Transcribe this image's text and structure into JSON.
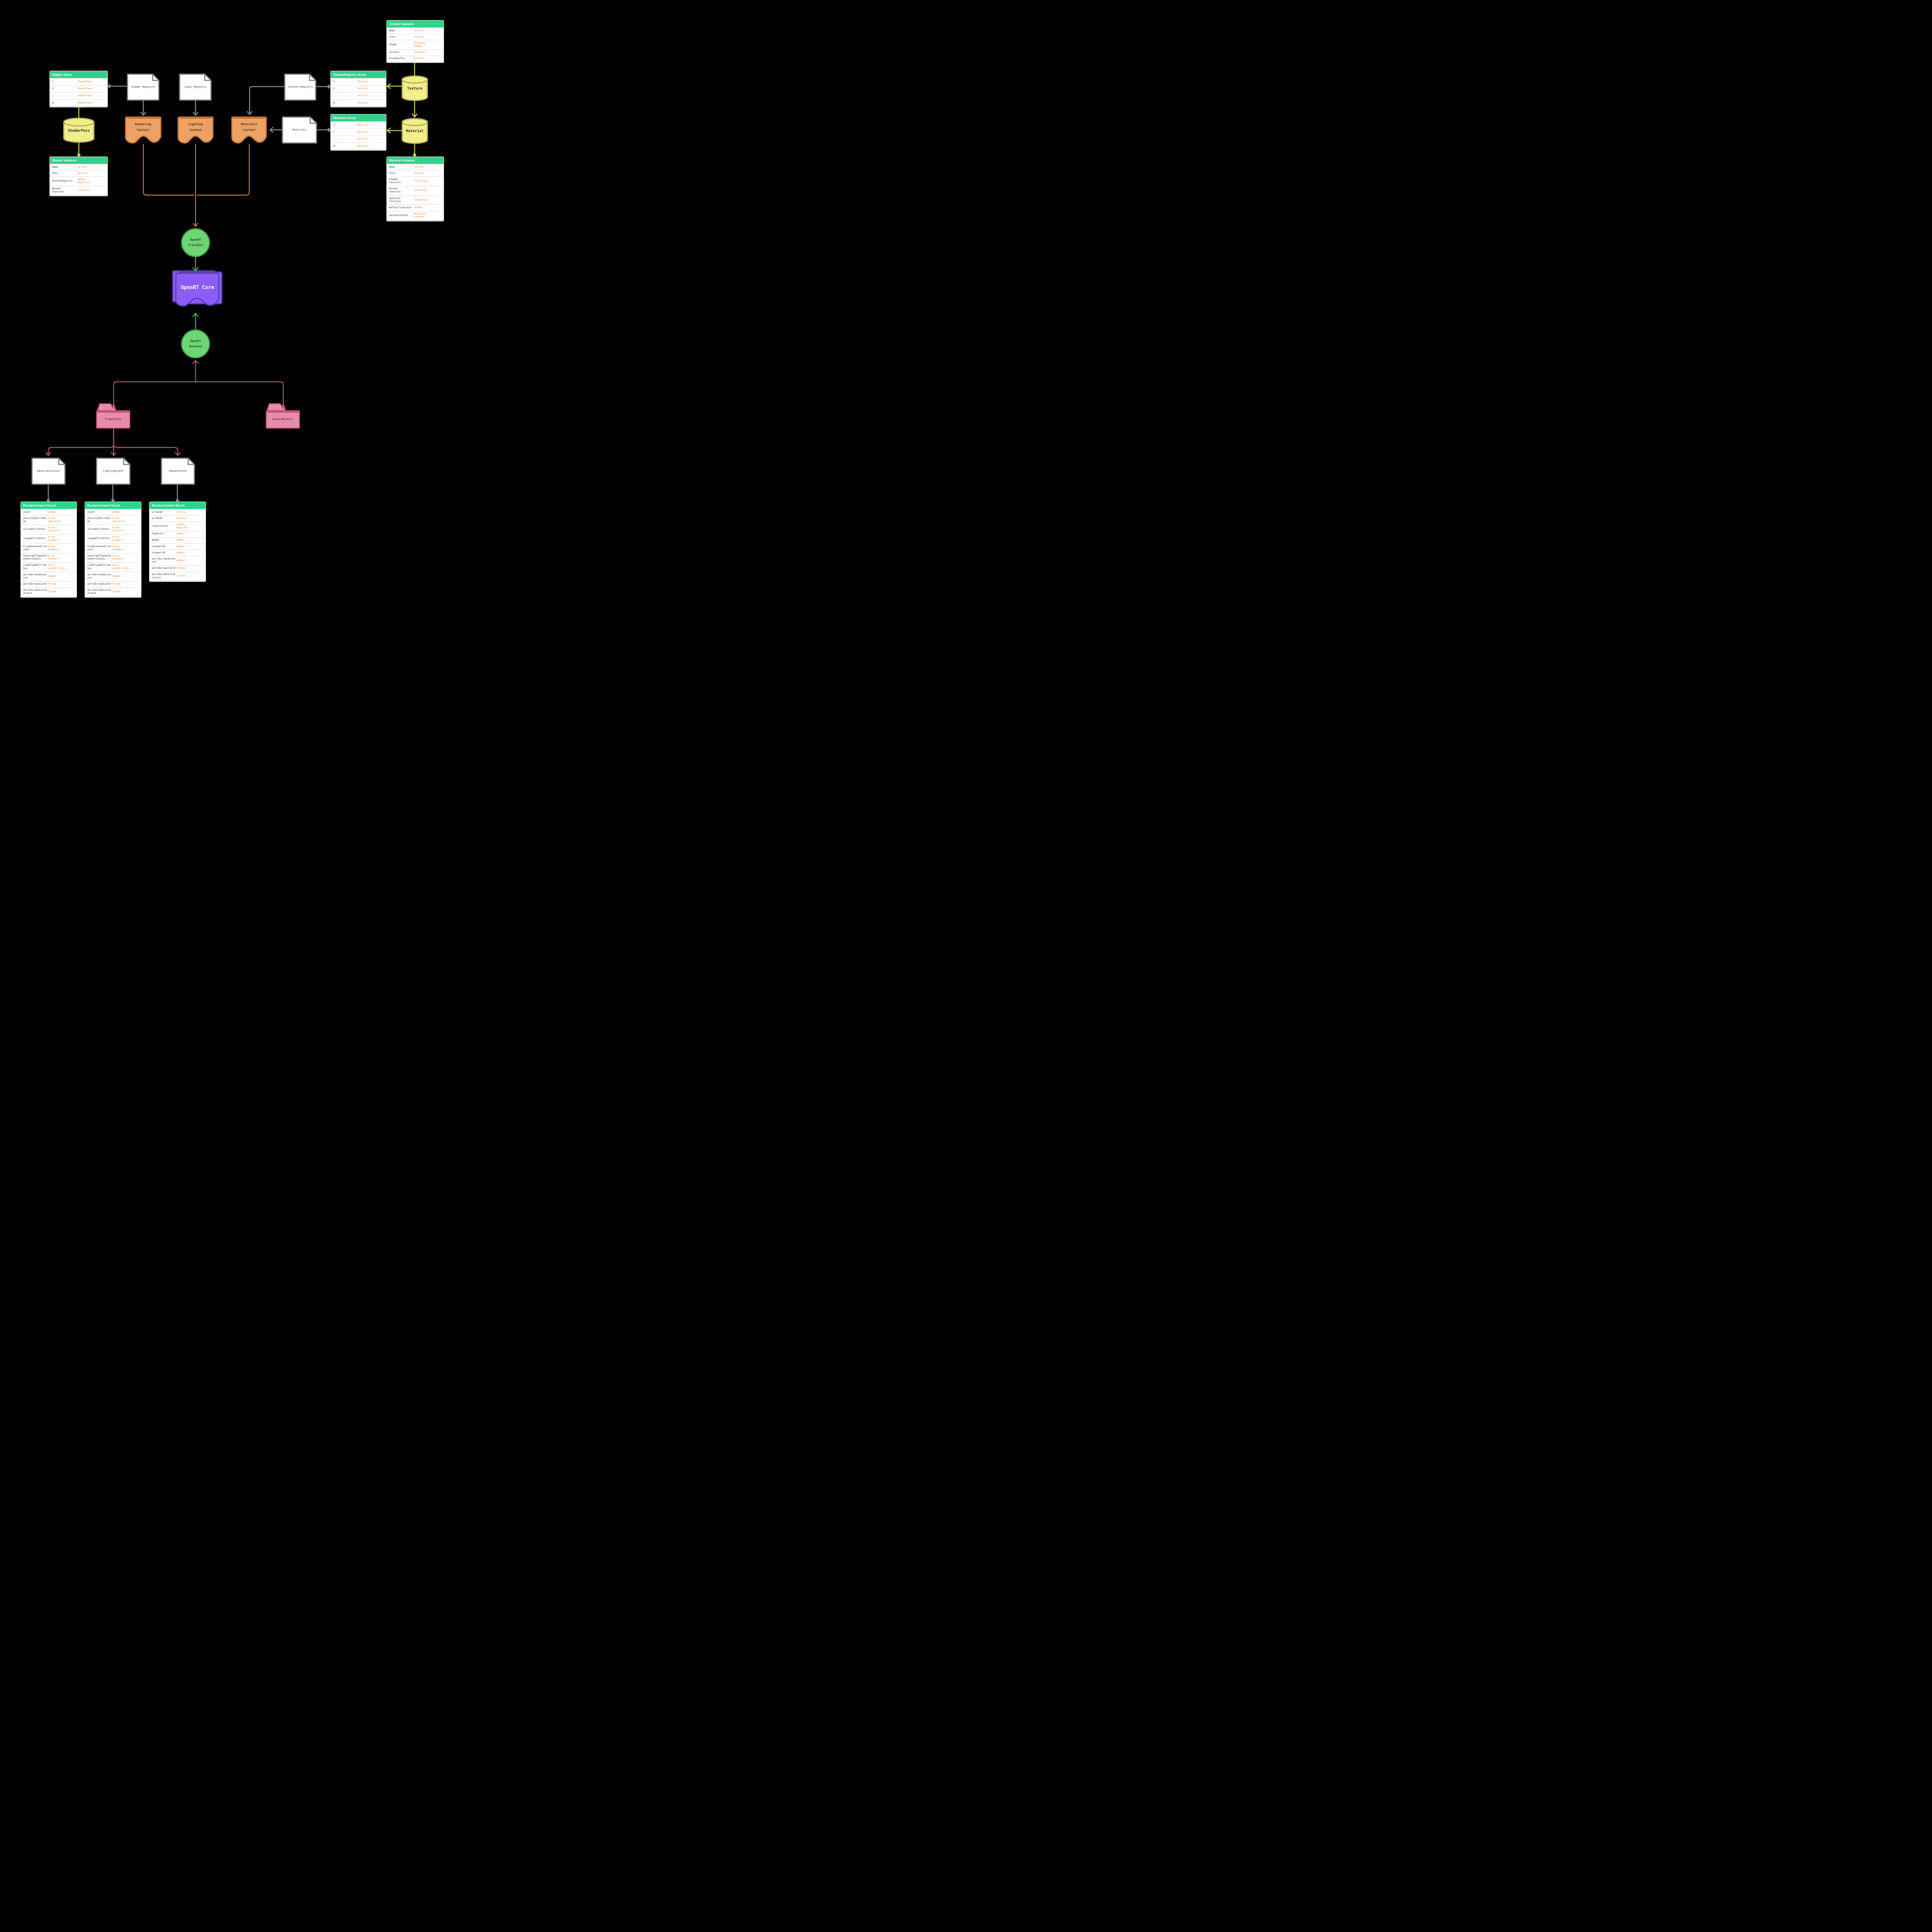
{
  "colors": {
    "background": "#000000",
    "header_green": "#2fd38c",
    "value_orange": "#e8822d",
    "tape_orange": "#eda263",
    "cylinder_yellow": "#f2ee8a",
    "circle_green": "#6ed573",
    "core_purple": "#8b5cf6",
    "folder_pink": "#e78ba8",
    "connector_gray": "#818181",
    "connector_yellow": "#c9c75a",
    "connector_orange": "#d9813d",
    "connector_green": "#3da84b",
    "connector_pink": "#bf4f74"
  },
  "nodes": {
    "shader_registry": "Shader Registry",
    "light_registry": "Light Registry",
    "texture_registry": "Texture Registry",
    "materials_doc": "Materials",
    "rendering_context": "Rendering Context",
    "lighting_context": "Lighting Context",
    "materials_context": "Materials Context",
    "shaderpass": "ShaderPass",
    "texture": "Texture",
    "material": "Material",
    "frontend": "OpenRT FrontEnd",
    "core": "OpenRT Core",
    "backend": "OpenRT Backend",
    "framestate": "FrameState",
    "renderworkers": "RenderWorkers",
    "materials_state": "MaterialsState",
    "lighting_state": "LightingState",
    "render_state": "RenderState"
  },
  "tables": {
    "stages_stack": {
      "title": "Stages Stack",
      "rows": [
        [
          "1",
          "ShaderPass"
        ],
        [
          "2",
          "ShaderPass"
        ],
        [
          "...",
          "ShaderPass"
        ],
        [
          "N",
          "ShaderPass"
        ]
      ]
    },
    "texture_registry_array": {
      "title": "TextureRegistry Array",
      "rows": [
        [
          "1",
          "Texture"
        ],
        [
          "2",
          "Texture"
        ],
        [
          "...",
          "Texture"
        ],
        [
          "N",
          "Texture"
        ]
      ]
    },
    "materials_array": {
      "title": "Materials Array",
      "rows": [
        [
          "1",
          "Material"
        ],
        [
          "2",
          "Material"
        ],
        [
          "...",
          "Material"
        ],
        [
          "N",
          "Material"
        ]
      ]
    },
    "texture_instance": {
      "title": "Texture Instance",
      "rows": [
        [
          "Name",
          "string"
        ],
        [
          "Size",
          "Vector2"
        ],
        [
          "Image",
          "Editable\nImage?"
        ],
        [
          "Content",
          "Content?"
        ],
        [
          "PixelBuffer",
          "buffer?"
        ]
      ]
    },
    "material_instance": {
      "title": "Material Instance",
      "rows": [
        [
          "Name",
          "string"
        ],
        [
          "Size",
          "Vector2"
        ],
        [
          "Albedo\nTextures",
          "{Texture}"
        ],
        [
          "Normal\nTextures",
          "{Texture}"
        ],
        [
          "Specular\nTextures",
          "{Texture}"
        ],
        [
          "ReflectionScale",
          "number"
        ],
        [
          "ParentContext",
          "Materials\nContext"
        ]
      ]
    },
    "shader_instance": {
      "title": "Shader Instance",
      "rows": [
        [
          "Name",
          "string"
        ],
        [
          "Pass",
          "Vector2"
        ],
        [
          "ParentRegistry",
          "Shader\nRegistry"
        ],
        [
          "Normal\nTextures",
          "function"
        ]
      ]
    },
    "render_context_materials": {
      "title": "RenderContext Struct",
      "rows": [
        [
          "count",
          "number"
        ],
        [
          "positionAttributes",
          "array\n<Vector3>"
        ],
        [
          "colorAttributes",
          "array\n<Vector3>"
        ],
        [
          "rangeAttributes",
          "array\n<number>"
        ],
        [
          "brightnessAttributes",
          "array\n<number>"
        ],
        [
          "baseLightTypeIndexAttributes",
          "array\n<number>"
        ],
        [
          "lightTypeAttributes",
          "array\n<LIGHT_TYPE>"
        ],
        [
          "worldScreenDistance",
          "number"
        ],
        [
          "worldScreenCoord",
          "CFrame"
        ],
        [
          "worldScreenCornerCoord",
          "CFrame"
        ]
      ]
    },
    "render_context_lighting": {
      "title": "RenderContext Struct",
      "rows": [
        [
          "count",
          "number"
        ],
        [
          "positionAttributes",
          "array\n<Vector3>"
        ],
        [
          "colorAttributes",
          "array\n<Vector3>"
        ],
        [
          "rangeAttributes",
          "array\n<number>"
        ],
        [
          "brightnessAttributes",
          "array\n<number>"
        ],
        [
          "baseLightTypeIndexAttributes",
          "array\n<number>"
        ],
        [
          "lightTypeAttributes",
          "array\n<LIGHT_TYPE>"
        ],
        [
          "worldScreenDistance",
          "number"
        ],
        [
          "worldScreenCoord",
          "CFrame"
        ],
        [
          "worldScreenCornerCoord",
          "CFrame"
        ]
      ]
    },
    "render_context_render": {
      "title": "RenderContext Struct",
      "rows": [
        [
          "screenW",
          "string"
        ],
        [
          "screenH",
          "Vector2"
        ],
        [
          "rayDistance",
          "Shader\nRegistry"
        ],
        [
          "fogStart",
          "number"
        ],
        [
          "gamma",
          "number"
        ],
        [
          "viewportW",
          "number"
        ],
        [
          "viewportH",
          "number"
        ],
        [
          "worldScreenDistance",
          "number"
        ],
        [
          "worldScreenCoord",
          "CFrame"
        ],
        [
          "worldScreenCornerCoord",
          "CFrame"
        ]
      ]
    }
  }
}
